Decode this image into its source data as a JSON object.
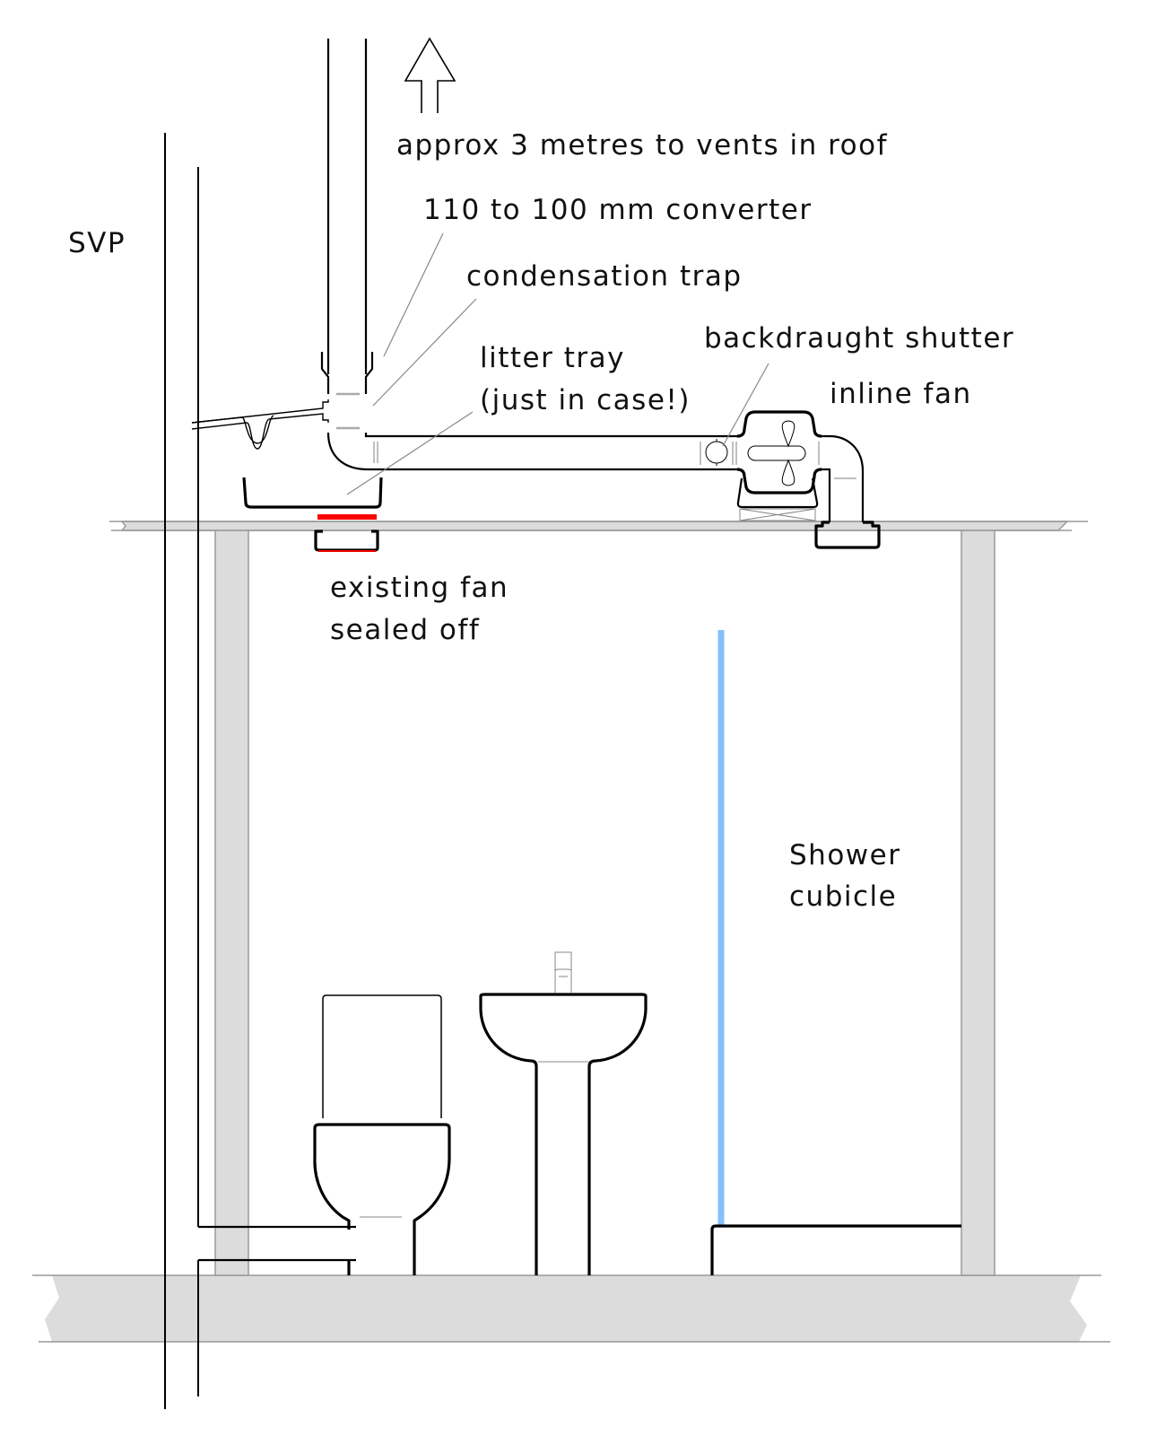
{
  "diagram": {
    "title": "Bathroom extract ventilation section",
    "labels": {
      "roof_vents": "approx 3 metres to vents in roof",
      "converter": "110 to 100 mm converter",
      "svp": "SVP",
      "condensation_trap": "condensation trap",
      "litter_tray_line1": "litter tray",
      "litter_tray_line2": "(just in case!)",
      "backdraught_shutter": "backdraught shutter",
      "inline_fan": "inline fan",
      "existing_fan_line1": "existing fan",
      "existing_fan_line2": "sealed off",
      "shower_line1": "Shower",
      "shower_line2": "cubicle"
    },
    "colors": {
      "structure_fill": "#dcdcdc",
      "structure_edge": "#9a9a9a",
      "seal": "#ff0000",
      "shower_screen": "#85bfff",
      "line": "#000000",
      "leader": "#888888"
    },
    "components": [
      "up-arrow",
      "vertical-duct",
      "converter",
      "condensation-trap",
      "litter-tray",
      "horizontal-duct",
      "backdraught-shutter",
      "inline-fan",
      "ceiling-outlet",
      "existing-fan-seal",
      "svp-pipe",
      "ceiling-slab",
      "floor-slab",
      "wall-stud-left",
      "wall-stud-right",
      "toilet",
      "basin",
      "shower-screen",
      "shower-tray"
    ]
  }
}
